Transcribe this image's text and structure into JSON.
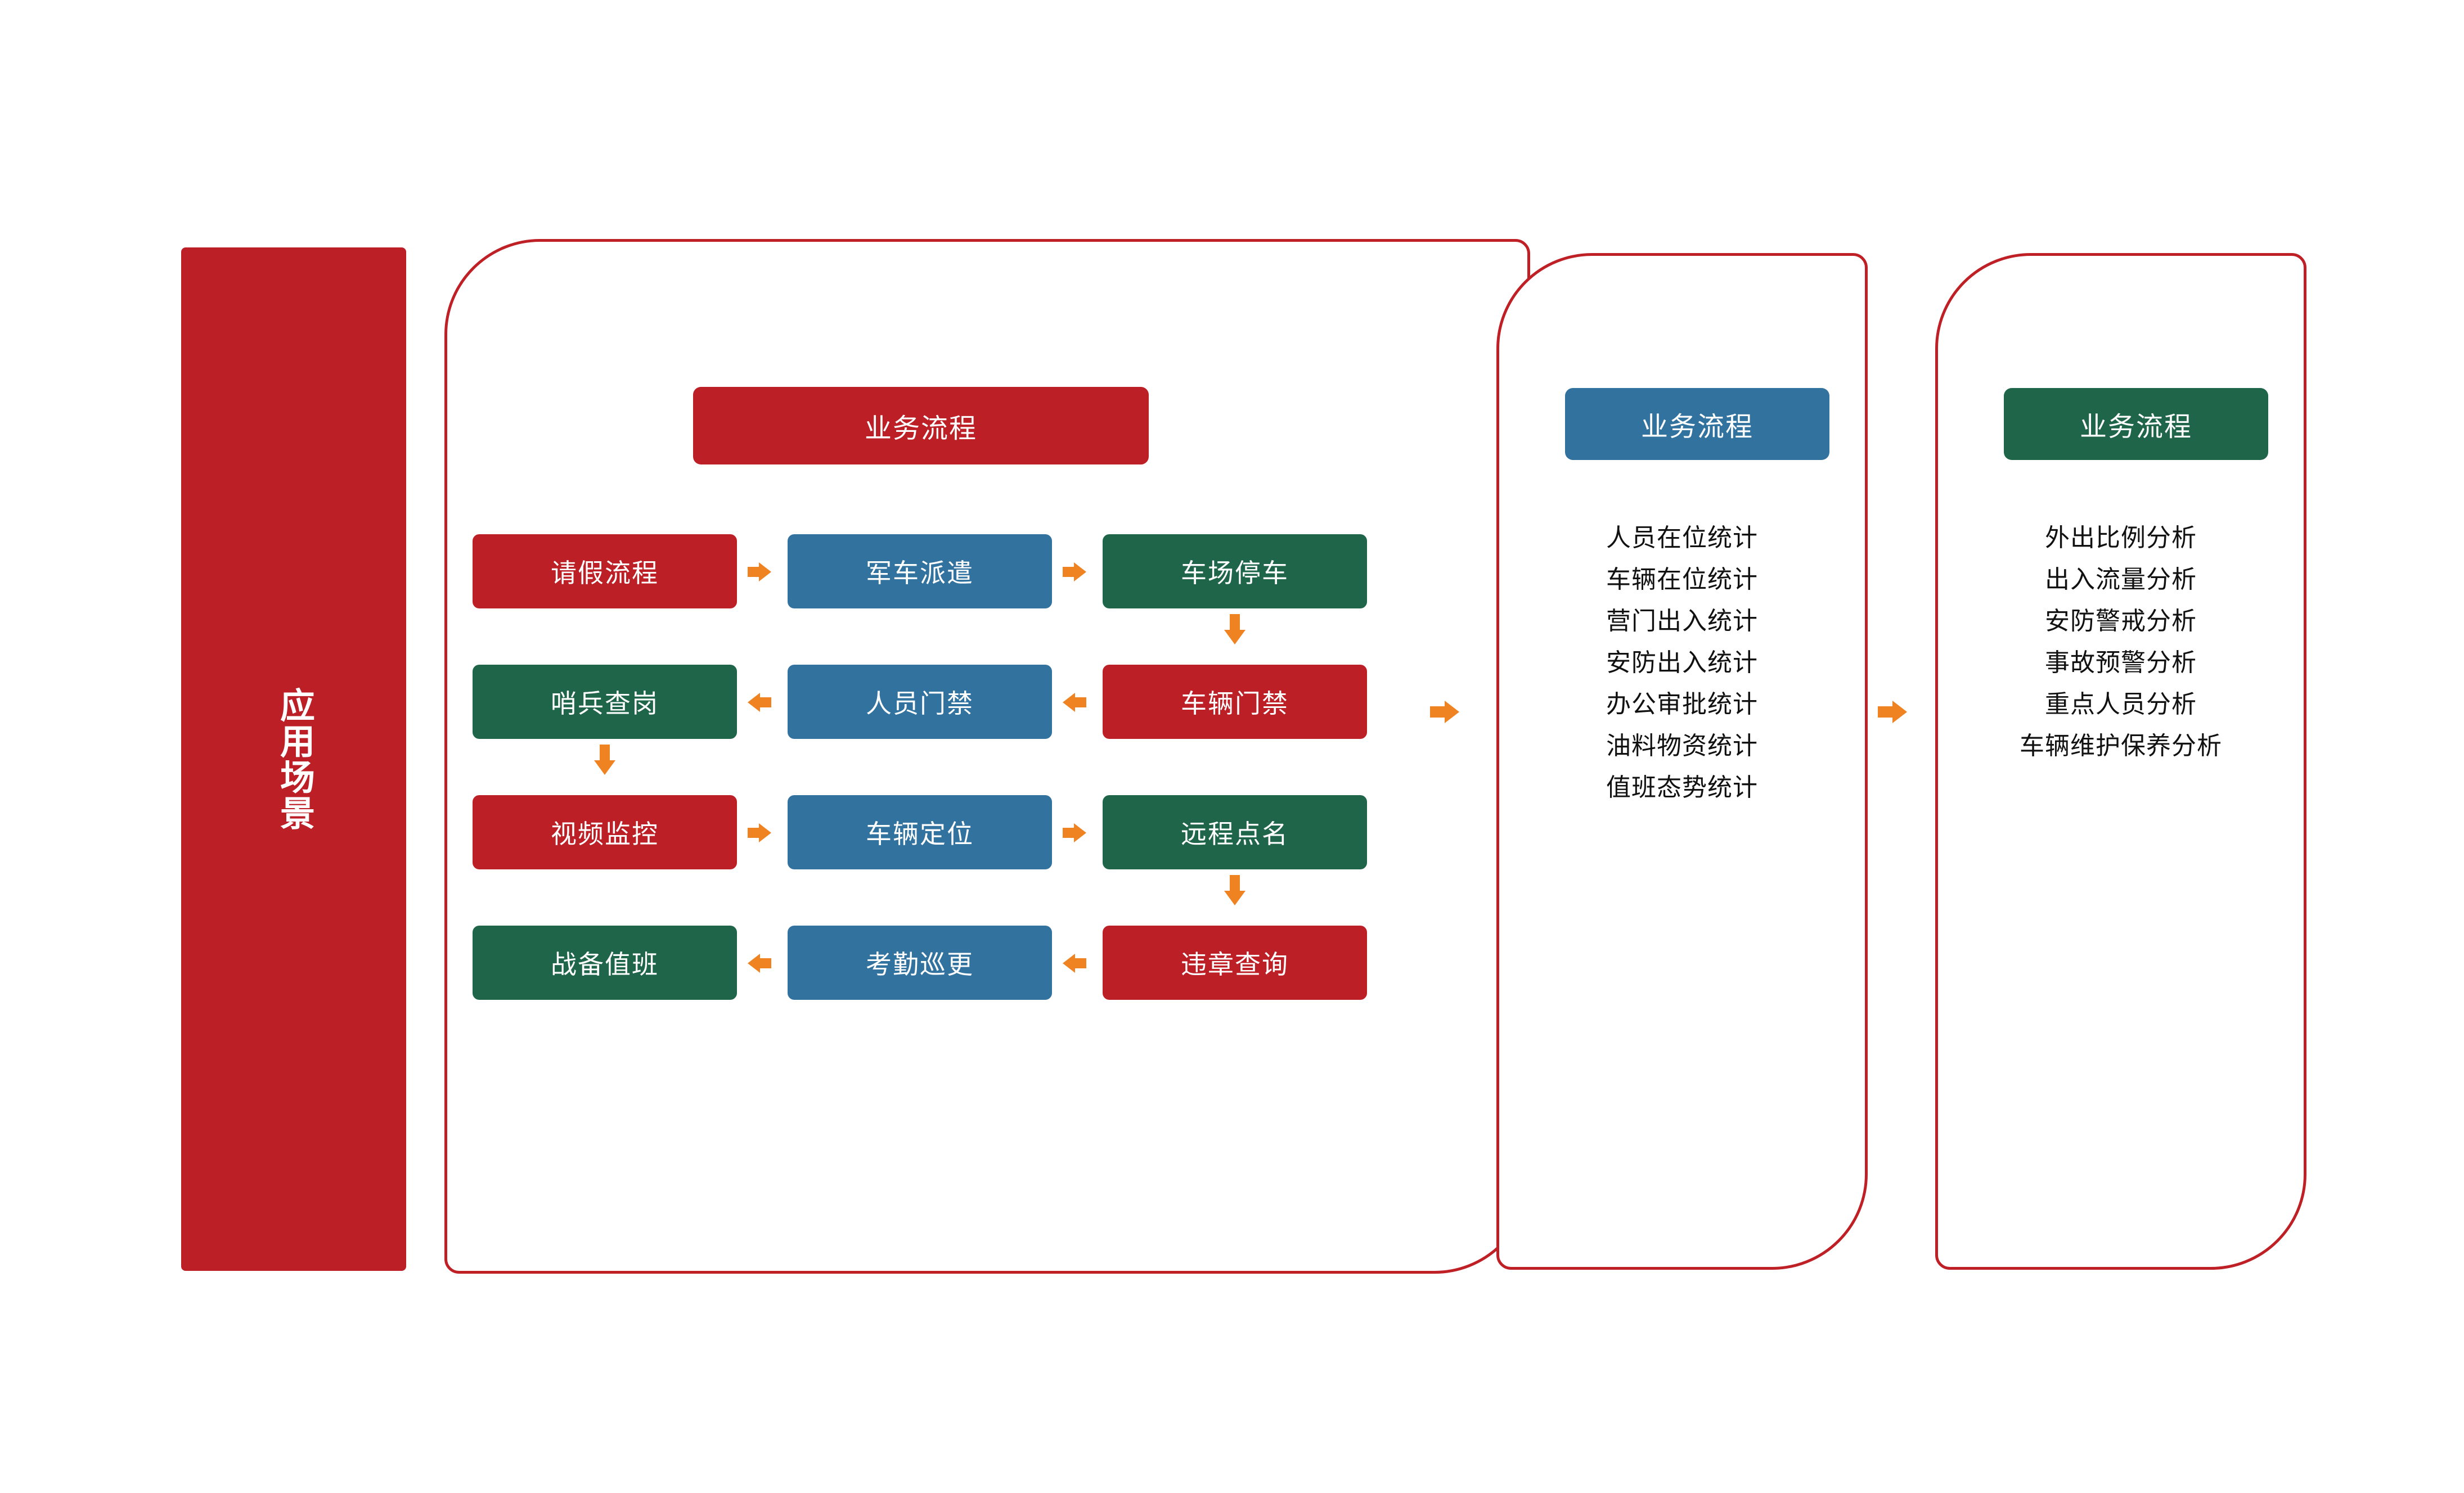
{
  "banner": {
    "label": "应用场景"
  },
  "colors": {
    "red": "#bc1f26",
    "blue": "#31729f",
    "green": "#1e6549",
    "orange": "#ef8322",
    "panel_border": "#be2026",
    "text": "#111111",
    "on_fill_text": "#ffffff"
  },
  "panels": {
    "flow": {
      "header": "业务流程",
      "header_color": "#bc1f26",
      "rows": [
        {
          "boxes": [
            {
              "label": "请假流程",
              "color": "red"
            },
            {
              "label": "军车派遣",
              "color": "blue"
            },
            {
              "label": "车场停车",
              "color": "green"
            }
          ],
          "direction": "right"
        },
        {
          "boxes": [
            {
              "label": "哨兵查岗",
              "color": "green"
            },
            {
              "label": "人员门禁",
              "color": "blue"
            },
            {
              "label": "车辆门禁",
              "color": "red"
            }
          ],
          "direction": "left"
        },
        {
          "boxes": [
            {
              "label": "视频监控",
              "color": "red"
            },
            {
              "label": "车辆定位",
              "color": "blue"
            },
            {
              "label": "远程点名",
              "color": "green"
            }
          ],
          "direction": "right"
        },
        {
          "boxes": [
            {
              "label": "战备值班",
              "color": "green"
            },
            {
              "label": "考勤巡更",
              "color": "blue"
            },
            {
              "label": "违章查询",
              "color": "red"
            }
          ],
          "direction": "left"
        }
      ]
    },
    "statistics": {
      "header": "业务流程",
      "header_color": "#31729f",
      "items": [
        "人员在位统计",
        "车辆在位统计",
        "营门出入统计",
        "安防出入统计",
        "办公审批统计",
        "油料物资统计",
        "值班态势统计"
      ]
    },
    "analysis": {
      "header": "业务流程",
      "header_color": "#1e6549",
      "items": [
        "外出比例分析",
        "出入流量分析",
        "安防警戒分析",
        "事故预警分析",
        "重点人员分析",
        "车辆维护保养分析"
      ]
    }
  },
  "icons": {
    "arrow_right": "arrow-right-icon",
    "arrow_left": "arrow-left-icon",
    "arrow_down": "arrow-down-icon"
  }
}
